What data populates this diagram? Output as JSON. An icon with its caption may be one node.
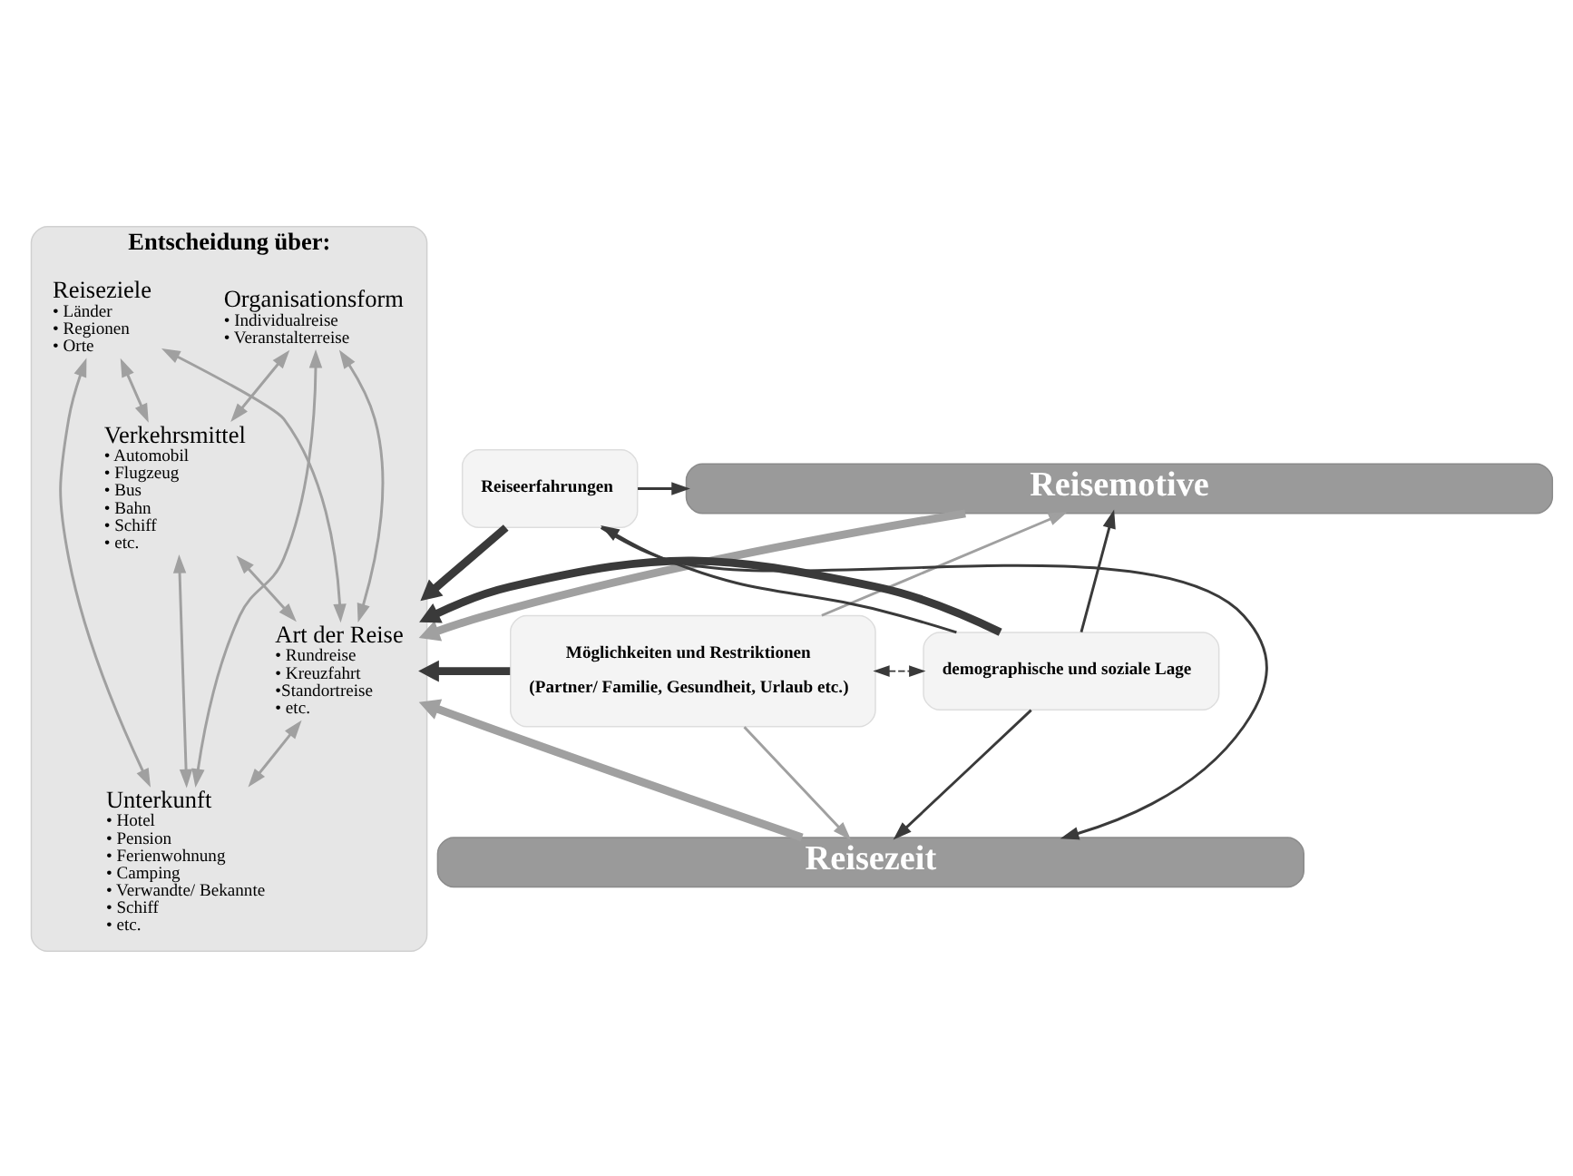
{
  "diagram": {
    "nodes": [
      {
        "text": [
          "Reisemotive"
        ]
      },
      {
        "text": [
          "Entscheidung über:"
        ]
      },
      {
        "text": [
          "Reiseziele",
          "• Länder",
          "• Regionen",
          "• Orte"
        ],
        "in": 1
      },
      {
        "text": [
          "Organisationsform",
          "• Individualreise",
          "• Veranstalterreise"
        ],
        "in": 1
      },
      {
        "text": [
          "Art der Reise",
          "• Rundreise",
          "• Kreuzfahrt",
          "•Standortreise",
          "• etc."
        ],
        "in": 1
      },
      {
        "text": [
          "Verkehrsmittel",
          "• Automobil",
          "• Flugzeug",
          "• Bus",
          "• Bahn",
          "• Schiff",
          "• etc."
        ],
        "in": 1
      },
      {
        "text": [
          "Unterkunft",
          "• Hotel",
          "• Pension",
          "• Ferienwohnung",
          "• Camping",
          "• Verwandte/ Bekannte",
          "• Schiff",
          "• etc."
        ],
        "in": 1
      },
      {
        "text": [
          "Möglichkeiten und Restriktionen",
          "(Partner/ Familie, Gesundheit, Urlaub etc.)"
        ]
      },
      {
        "text": [
          "demographische und soziale Lage"
        ]
      },
      {
        "text": [
          "Reiseerfahrungen"
        ]
      },
      {
        "text": [
          "Reisezeit"
        ]
      }
    ],
    "edges": [
      {
        "from": 0,
        "to": 1,
        "arrow": "to",
        "style": "thick"
      },
      {
        "from": 10,
        "to": 1,
        "arrow": "to",
        "style": "thick"
      },
      {
        "from": 9,
        "to": 1,
        "arrow": "to",
        "style": "thick",
        "color": "#3a3a3a"
      },
      {
        "from": 7,
        "to": 1,
        "arrow": "to",
        "style": "thick",
        "color": "#3a3a3a"
      },
      {
        "from": 8,
        "to": 1,
        "arrow": "to",
        "style": "thick",
        "color": "#3a3a3a"
      },
      {
        "from": 2,
        "to": 5,
        "arrow": "both"
      },
      {
        "from": 2,
        "to": 4,
        "arrow": "both"
      },
      {
        "from": 2,
        "to": 6,
        "arrow": "both"
      },
      {
        "from": 3,
        "to": 6,
        "arrow": "both"
      },
      {
        "from": 3,
        "to": 5,
        "arrow": "both"
      },
      {
        "from": 3,
        "to": 4,
        "arrow": "both"
      },
      {
        "from": 5,
        "to": 4,
        "arrow": "both"
      },
      {
        "from": 5,
        "to": 6,
        "arrow": "both"
      },
      {
        "from": 4,
        "to": 6,
        "arrow": "both"
      },
      {
        "from": 9,
        "to": 0,
        "arrow": "to",
        "color": "#3a3a3a"
      },
      {
        "from": 9,
        "to": 10,
        "arrow": "to",
        "color": "#3a3a3a"
      },
      {
        "from": 8,
        "to": 9,
        "arrow": "to",
        "color": "#3a3a3a"
      },
      {
        "from": 7,
        "to": 0,
        "arrow": "to"
      },
      {
        "from": 8,
        "to": 0,
        "arrow": "to",
        "color": "#3a3a3a"
      },
      {
        "from": 7,
        "to": 8,
        "arrow": "both",
        "style": "dashed",
        "color": "#3a3a3a"
      },
      {
        "from": 8,
        "to": 10,
        "arrow": "to",
        "color": "#3a3a3a"
      },
      {
        "from": 7,
        "to": 10,
        "arrow": "to"
      }
    ]
  }
}
